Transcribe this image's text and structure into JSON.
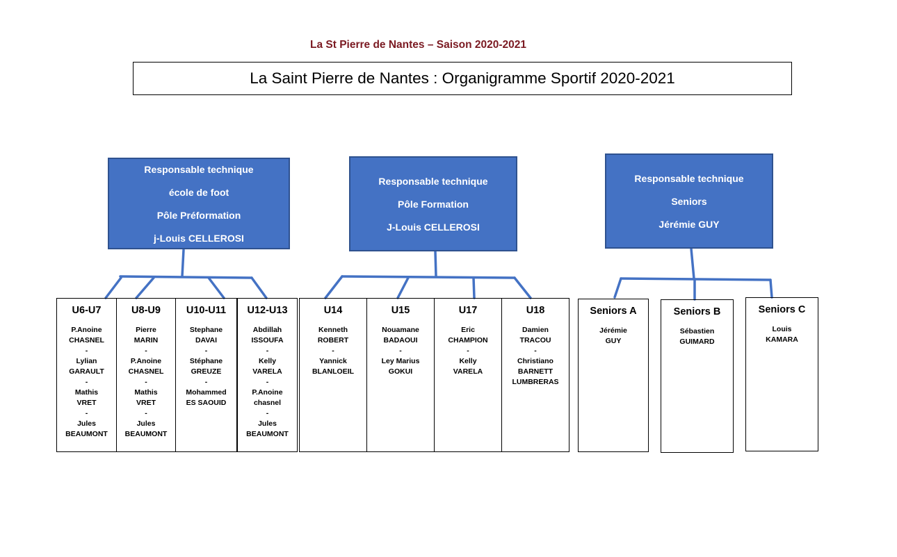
{
  "header": "La St Pierre de Nantes – Saison 2020-2021",
  "title": "La Saint Pierre de Nantes : Organigramme Sportif 2020-2021",
  "colors": {
    "box_fill": "#4472c4",
    "box_border": "#2f528f",
    "connector": "#4472c4",
    "header_text": "#7b1a22"
  },
  "responsables": [
    {
      "lines": [
        "Responsable  technique",
        "école de foot",
        "Pôle Préformation",
        "j-Louis CELLEROSI"
      ]
    },
    {
      "lines": [
        "Responsable technique",
        "Pôle Formation",
        "J-Louis CELLEROSI"
      ]
    },
    {
      "lines": [
        "Responsable technique",
        "Seniors",
        "Jérémie GUY"
      ]
    }
  ],
  "groups": [
    {
      "teams": [
        {
          "name": "U6-U7",
          "lines": [
            "P.Anoine",
            "CHASNEL",
            "-",
            "Lylian",
            "GARAULT",
            "-",
            "Mathis",
            "VRET",
            "-",
            "Jules",
            "BEAUMONT"
          ]
        },
        {
          "name": "U8-U9",
          "lines": [
            "Pierre",
            "MARIN",
            "-",
            "P.Anoine",
            "CHASNEL",
            "-",
            "Mathis",
            "VRET",
            "-",
            "Jules",
            "BEAUMONT"
          ]
        },
        {
          "name": "U10-U11",
          "lines": [
            "Stephane",
            "DAVAI",
            "-",
            "Stéphane",
            "GREUZE",
            "-",
            "Mohammed",
            "ES SAOUID"
          ]
        },
        {
          "name": "U12-U13",
          "lines": [
            "Abdillah",
            "ISSOUFA",
            "-",
            "Kelly",
            "VARELA",
            "-",
            "P.Anoine",
            "chasnel",
            "-",
            "Jules",
            "BEAUMONT"
          ]
        }
      ]
    },
    {
      "teams": [
        {
          "name": "U14",
          "lines": [
            "Kenneth",
            "ROBERT",
            "-",
            "Yannick",
            "BLANLOEIL"
          ]
        },
        {
          "name": "U15",
          "lines": [
            "Nouamane",
            "BADAOUI",
            "-",
            "Ley Marius",
            "GOKUI"
          ]
        },
        {
          "name": "U17",
          "lines": [
            "Eric",
            "CHAMPION",
            "-",
            "Kelly",
            "VARELA"
          ]
        },
        {
          "name": "U18",
          "lines": [
            "Damien",
            "TRACOU",
            "-",
            "Christiano",
            "BARNETT",
            "LUMBRERAS"
          ]
        }
      ]
    }
  ],
  "seniors": [
    {
      "name": "Seniors A",
      "lines": [
        "Jérémie",
        "GUY"
      ]
    },
    {
      "name": "Seniors B",
      "lines": [
        "Sébastien",
        "GUIMARD"
      ]
    },
    {
      "name": "Seniors C",
      "lines": [
        "Louis",
        "KAMARA"
      ]
    }
  ]
}
